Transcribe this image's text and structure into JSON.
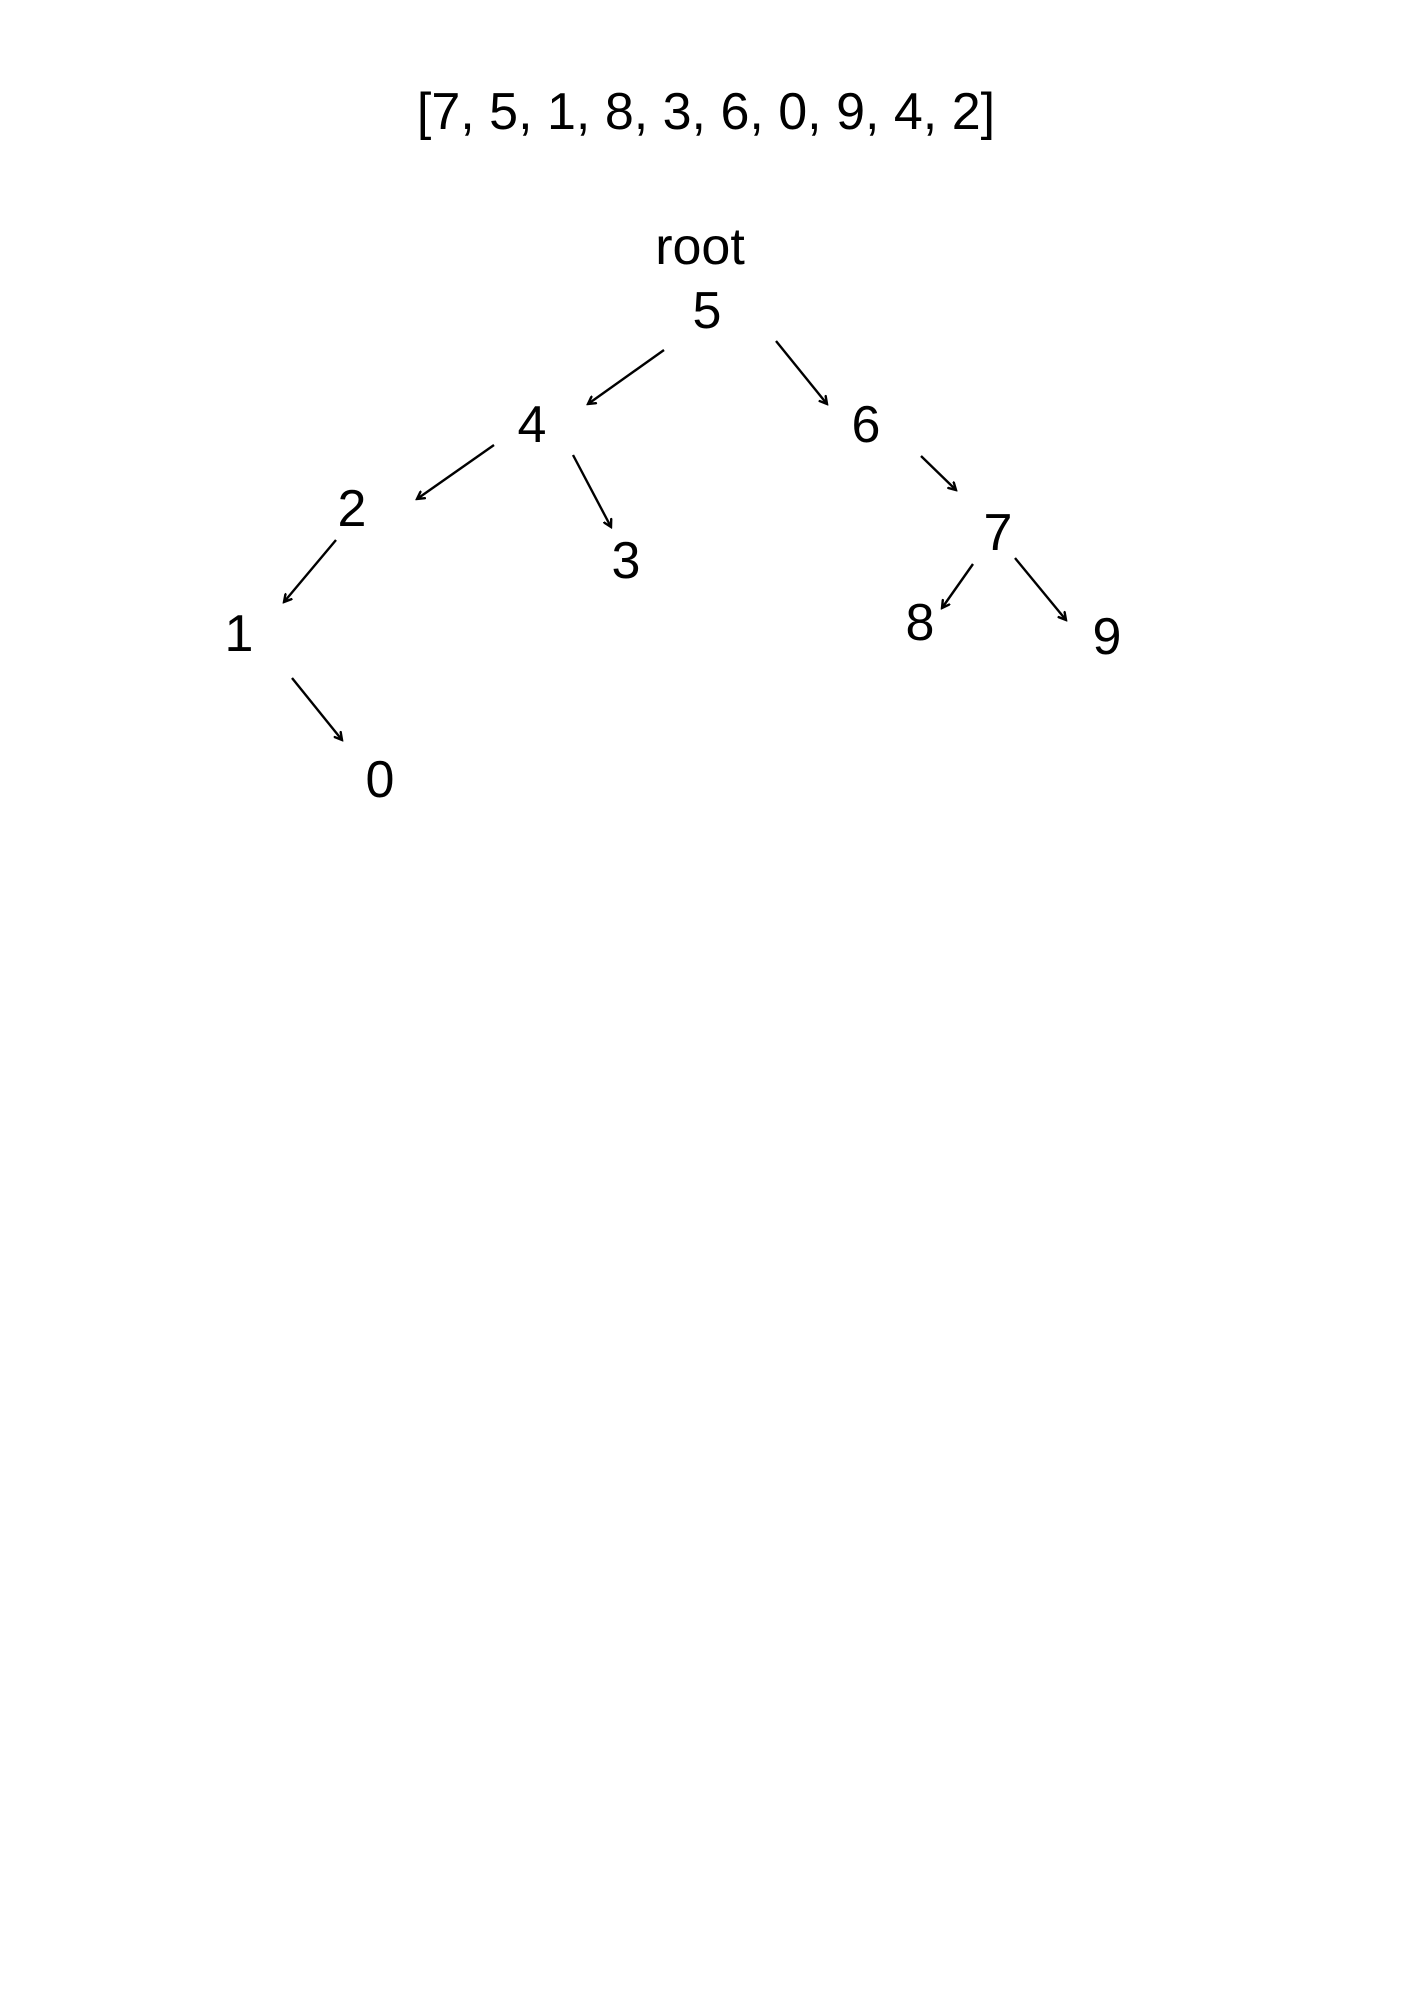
{
  "array_text": "[7, 5, 1, 8, 3, 6, 0, 9, 4, 2]",
  "root_label": "root",
  "nodes": {
    "n5": "5",
    "n4": "4",
    "n6": "6",
    "n2": "2",
    "n3": "3",
    "n7": "7",
    "n1": "1",
    "n8": "8",
    "n9": "9",
    "n0": "0"
  },
  "edges": [
    [
      "n5",
      "n4"
    ],
    [
      "n5",
      "n6"
    ],
    [
      "n4",
      "n2"
    ],
    [
      "n4",
      "n3"
    ],
    [
      "n2",
      "n1"
    ],
    [
      "n1",
      "n0"
    ],
    [
      "n6",
      "n7"
    ],
    [
      "n7",
      "n8"
    ],
    [
      "n7",
      "n9"
    ]
  ]
}
